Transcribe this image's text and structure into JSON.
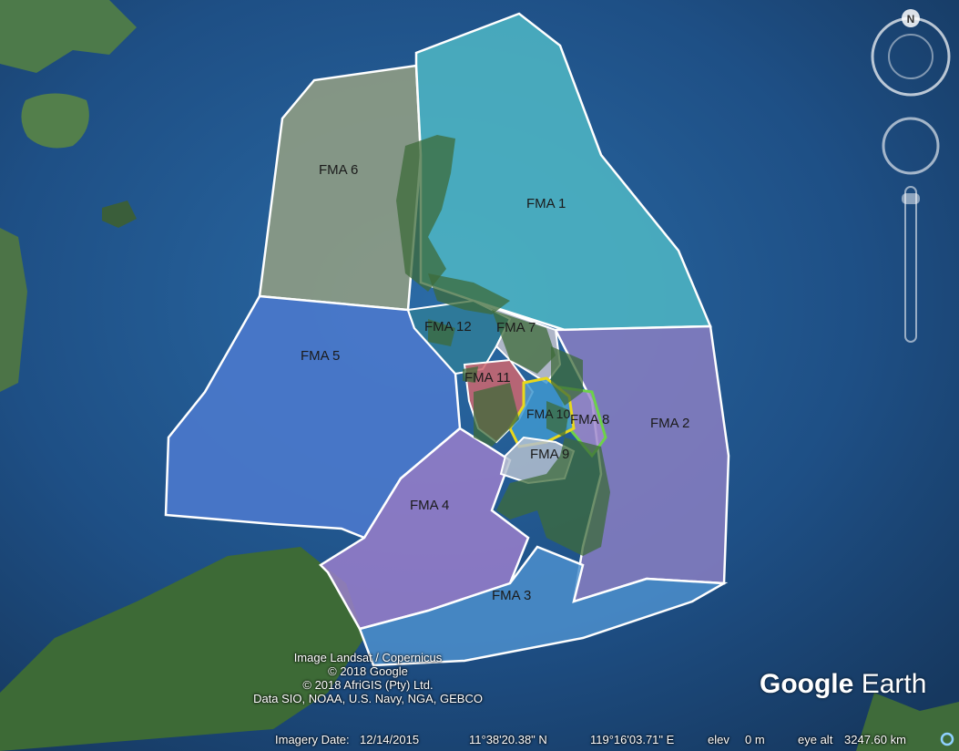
{
  "zones": [
    {
      "id": "fma1",
      "label": "FMA 1",
      "color": "#4fb7c4"
    },
    {
      "id": "fma2",
      "label": "FMA 2",
      "color": "#8a7fc2"
    },
    {
      "id": "fma3",
      "label": "FMA 3",
      "color": "#4c8fcd"
    },
    {
      "id": "fma4",
      "label": "FMA 4",
      "color": "#9a7fcb"
    },
    {
      "id": "fma5",
      "label": "FMA 5",
      "color": "#4b79cc"
    },
    {
      "id": "fma6",
      "label": "FMA 6",
      "color": "#8f9c84"
    },
    {
      "id": "fma7",
      "label": "FMA 7",
      "color": "#c7c4cf"
    },
    {
      "id": "fma8",
      "label": "FMA 8",
      "color": "#a08acb"
    },
    {
      "id": "fma9",
      "label": "FMA 9",
      "color": "#b4c0cf"
    },
    {
      "id": "fma10",
      "label": "FMA 10",
      "color": "#3f98cf"
    },
    {
      "id": "fma11",
      "label": "FMA 11",
      "color": "#d0666e"
    },
    {
      "id": "fma12",
      "label": "FMA 12",
      "color": "#2f7c98"
    }
  ],
  "compass": {
    "north_label": "N"
  },
  "attribution": {
    "line1": "Image Landsat / Copernicus",
    "line2": "© 2018 Google",
    "line3": "© 2018 AfriGIS (Pty) Ltd.",
    "line4": "Data SIO, NOAA, U.S. Navy, NGA, GEBCO"
  },
  "brand": {
    "part1": "Google",
    "part2": "Earth"
  },
  "status_bar": {
    "imagery_date_label": "Imagery Date:",
    "imagery_date": "12/14/2015",
    "latitude": "11°38'20.38\" N",
    "longitude": "119°16'03.71\" E",
    "elev_label": "elev",
    "elev_value": "0 m",
    "eye_alt_label": "eye alt",
    "eye_alt_value": "3247.60 km"
  },
  "colors": {
    "boundary": "#ffffff",
    "ocean": "#1d4a7a",
    "land": "#3e6b3a",
    "fma10_outline": "#e8d81c",
    "fma8_outline": "#6dd14a"
  }
}
